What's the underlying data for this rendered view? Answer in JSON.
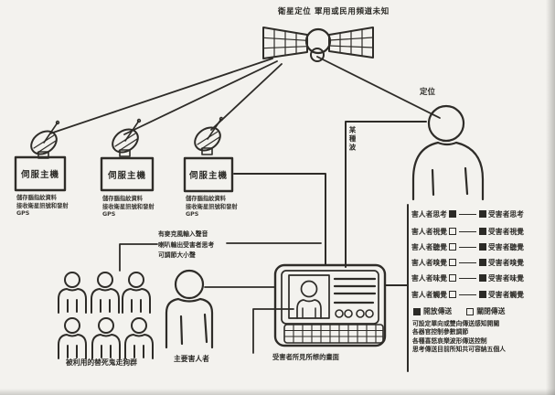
{
  "title": "衛星定位 軍用或民用頻道未知",
  "positioning_label": "定位",
  "wave_label": "某種波",
  "server": {
    "label": "伺服主機",
    "caption": [
      "儲存腦指紋資料",
      "接收衛星訊號和發射",
      "GPS"
    ]
  },
  "annotation": {
    "lines": [
      "有麥克風輸入聲音",
      "喇叭輸出受害者思考",
      "可調節大小聲"
    ]
  },
  "labels": {
    "main_perpetrator": "主要害人者",
    "scapegoat_group": "被利用的替死鬼走狗群",
    "victim_screen": "受害者所見所想的畫面"
  },
  "panel": {
    "rows": [
      {
        "left": "害人者思考",
        "right": "受害者思考",
        "left_filled": true
      },
      {
        "left": "害人者視覺",
        "right": "受害者視覺",
        "left_filled": false
      },
      {
        "left": "害人者聽覺",
        "right": "受害者聽覺",
        "left_filled": false
      },
      {
        "left": "害人者嗅覺",
        "right": "受害者嗅覺",
        "left_filled": false
      },
      {
        "left": "害人者味覺",
        "right": "受害者味覺",
        "left_filled": false
      },
      {
        "left": "害人者觸覺",
        "right": "受害者觸覺",
        "left_filled": false
      }
    ],
    "legend": {
      "open": "開放傳送",
      "closed": "關閉傳送"
    },
    "notes": [
      "可設定單向或雙向傳送感知開關",
      "各器官控制參數調節",
      "各種喜怒哀樂波形傳送控制",
      "思考傳送目前所知共可容納五個人"
    ]
  },
  "colors": {
    "ink": "#2e2c28",
    "paper": "#f3f2ee"
  }
}
